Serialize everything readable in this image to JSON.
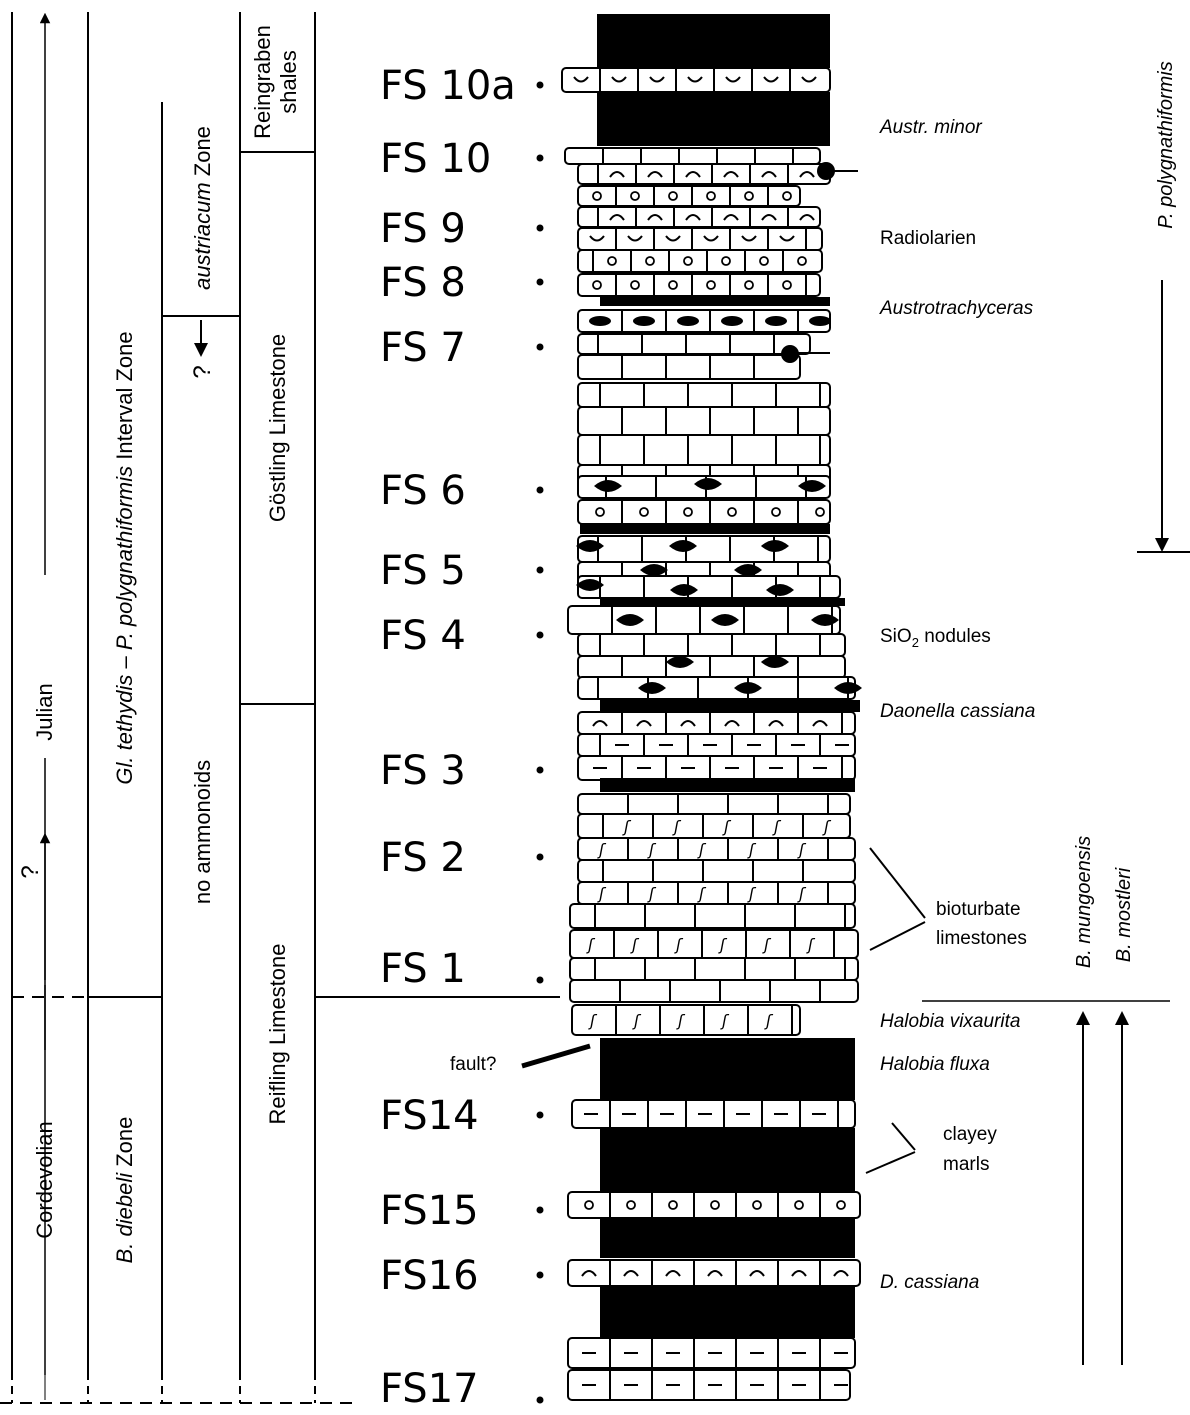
{
  "columns": {
    "substages": [
      {
        "id": "julian",
        "label": "Julian"
      },
      {
        "id": "cordevolian",
        "label": "Cordevolian"
      }
    ],
    "uncertain_mark": "?",
    "conodont_zones": {
      "upper": {
        "pre": "Gl. tethydis",
        "mid": " – ",
        "mid2": "P. polygnathiformis",
        "post": " Interval Zone"
      },
      "lower": {
        "pre": "B. diebeli",
        "post": " Zone"
      }
    },
    "ammonoid": {
      "austriacum": {
        "pre": "austriacum",
        "post": " Zone"
      },
      "uncertain": "?",
      "none": "no ammonoids"
    },
    "lithology": {
      "reingraben_1": "Reingraben",
      "reingraben_2": "shales",
      "gostling": "Göstling Limestone",
      "reifling": "Reifling Limestone"
    }
  },
  "samples": [
    {
      "id": "fs10a",
      "label": "FS 10a"
    },
    {
      "id": "fs10",
      "label": "FS 10"
    },
    {
      "id": "fs9",
      "label": "FS 9"
    },
    {
      "id": "fs8",
      "label": "FS 8"
    },
    {
      "id": "fs7",
      "label": "FS 7"
    },
    {
      "id": "fs6",
      "label": "FS 6"
    },
    {
      "id": "fs5",
      "label": "FS 5"
    },
    {
      "id": "fs4",
      "label": "FS 4"
    },
    {
      "id": "fs3",
      "label": "FS 3"
    },
    {
      "id": "fs2",
      "label": "FS 2"
    },
    {
      "id": "fs1",
      "label": "FS 1"
    },
    {
      "id": "fs14",
      "label": "FS14"
    },
    {
      "id": "fs15",
      "label": "FS15"
    },
    {
      "id": "fs16",
      "label": "FS16"
    },
    {
      "id": "fs17",
      "label": "FS17"
    }
  ],
  "annotations": {
    "austr_minor": "Austr. minor",
    "radiolarien": "Radiolarien",
    "austrotrachyceras": "Austrotrachyceras",
    "sio2_pre": "SiO",
    "sio2_sub": "2",
    "sio2_post": " nodules",
    "daonella": "Daonella cassiana",
    "bioturbate_1": "bioturbate",
    "bioturbate_2": "limestones",
    "halobia_vix": "Halobia vixaurita",
    "halobia_fluxa": "Halobia fluxa",
    "fault": "fault?",
    "clayey_1": "clayey",
    "clayey_2": "marls",
    "d_cassiana": "D. cassiana"
  },
  "ranges": {
    "p_poly": "P. polygnathiformis",
    "b_mungoensis": "B. mungoensis",
    "b_mostleri": "B. mostleri"
  }
}
